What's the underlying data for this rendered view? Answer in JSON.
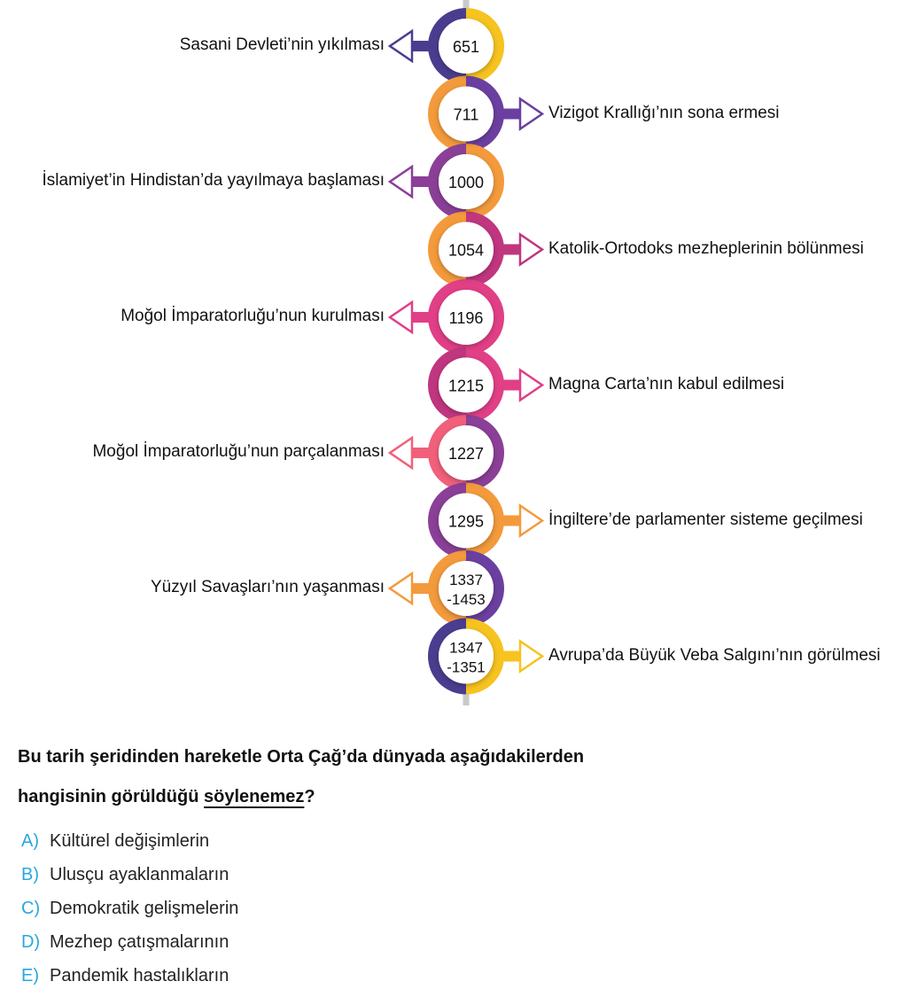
{
  "timeline": {
    "events": [
      {
        "year": [
          "651"
        ],
        "label": "Sasani Devleti’nin yıkılması",
        "side": "left"
      },
      {
        "year": [
          "711"
        ],
        "label": "Vizigot Krallığı’nın sona ermesi",
        "side": "right"
      },
      {
        "year": [
          "1000"
        ],
        "label": "İslamiyet’in Hindistan’da yayılmaya başlaması",
        "side": "left"
      },
      {
        "year": [
          "1054"
        ],
        "label": "Katolik-Ortodoks mezheplerinin bölünmesi",
        "side": "right"
      },
      {
        "year": [
          "1196"
        ],
        "label": "Moğol İmparatorluğu’nun kurulması",
        "side": "left"
      },
      {
        "year": [
          "1215"
        ],
        "label": "Magna Carta’nın kabul edilmesi",
        "side": "right"
      },
      {
        "year": [
          "1227"
        ],
        "label": "Moğol İmparatorluğu’nun parçalanması",
        "side": "left"
      },
      {
        "year": [
          "1295"
        ],
        "label": "İngiltere’de parlamenter sisteme geçilmesi",
        "side": "right"
      },
      {
        "year": [
          "1337",
          "-1453"
        ],
        "label": "Yüzyıl Savaşları’nın yaşanması",
        "side": "left"
      },
      {
        "year": [
          "1347",
          "-1351"
        ],
        "label": "Avrupa’da Büyük Veba Salgını’nın görülmesi",
        "side": "right"
      }
    ],
    "colors": {
      "yellow": "#f6c31f",
      "orange": "#f39a3c",
      "coral": "#f1607a",
      "pink": "#e13f86",
      "magenta": "#c0367f",
      "purple": "#8b3f97",
      "violet": "#6b3fa0",
      "indigo": "#4a3d8f"
    }
  },
  "question": {
    "line1": "Bu tarih şeridinden hareketle Orta Çağ’da dünyada aşağıdakilerden",
    "line2_prefix": "hangisinin görüldüğü ",
    "line2_underlined": "söylenemez",
    "line2_suffix": "?"
  },
  "options": [
    {
      "letter": "A)",
      "text": "Kültürel değişimlerin"
    },
    {
      "letter": "B)",
      "text": "Ulusçu ayaklanmaların"
    },
    {
      "letter": "C)",
      "text": "Demokratik gelişmelerin"
    },
    {
      "letter": "D)",
      "text": "Mezhep çatışmalarının"
    },
    {
      "letter": "E)",
      "text": "Pandemik hastalıkların"
    }
  ]
}
